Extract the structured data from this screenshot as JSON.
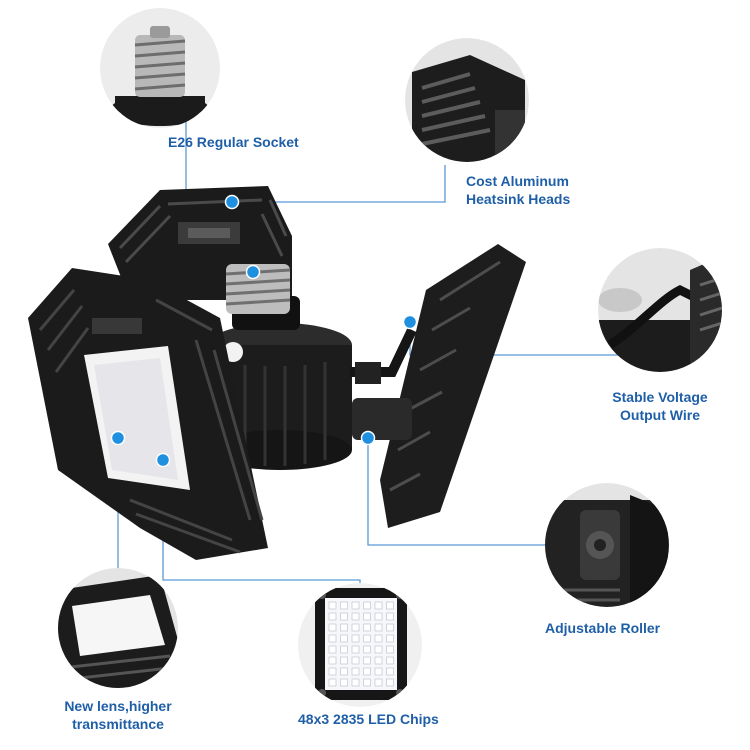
{
  "colors": {
    "accent": "#1f5fa8",
    "dot": "#1f8fe0",
    "leader": "#5a9ad6",
    "fixture": "#1b1b1b",
    "fixture_mid": "#2e2e2e",
    "circle_bg": "#e9e9e9"
  },
  "callouts": {
    "socket": {
      "label": "E26 Regular Socket"
    },
    "heatsink": {
      "line1": "Cost Aluminum",
      "line2": "Heatsink Heads"
    },
    "wire": {
      "line1": "Stable Voltage",
      "line2": "Output Wire"
    },
    "roller": {
      "label": "Adjustable Roller"
    },
    "chips": {
      "label": "48x3 2835 LED Chips"
    },
    "lens": {
      "line1": "New lens,higher",
      "line2": "transmittance"
    }
  }
}
